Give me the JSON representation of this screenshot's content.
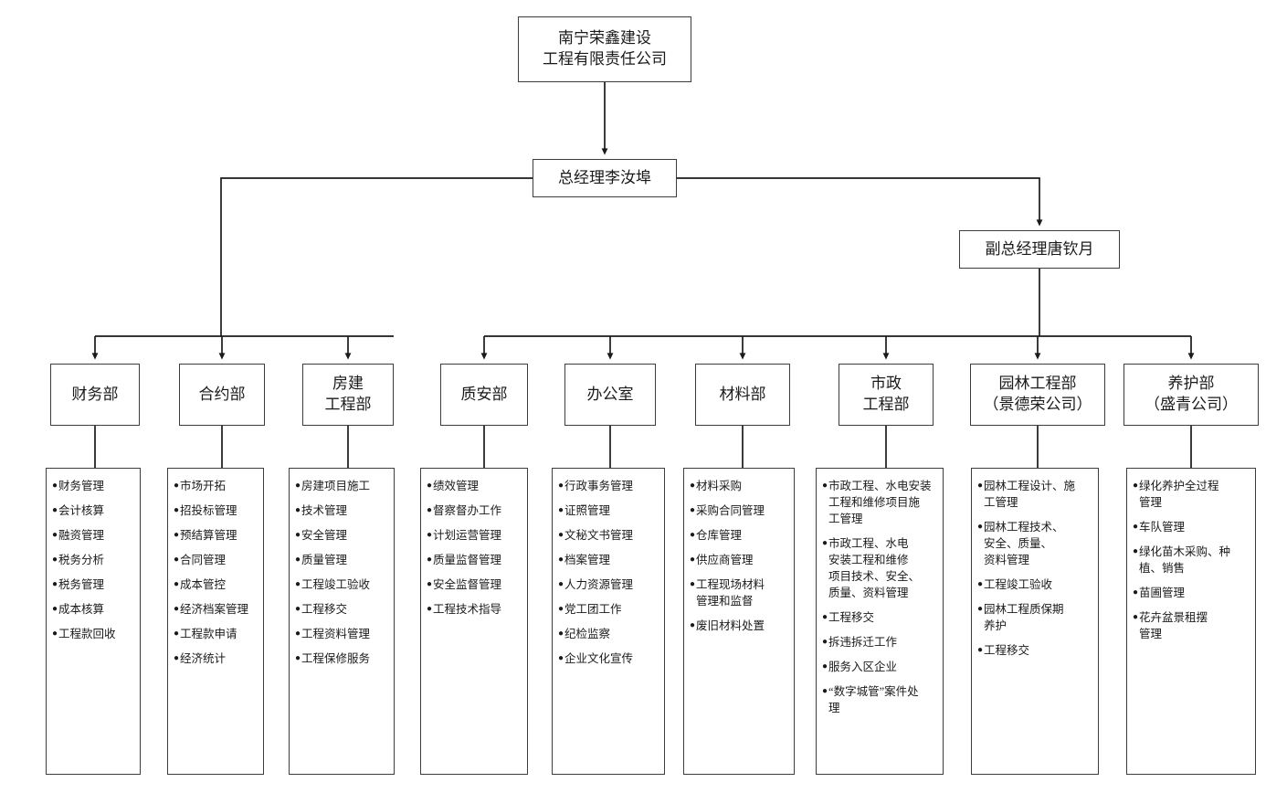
{
  "chart_data": {
    "type": "diagram",
    "title": "南宁荣鑫建设工程有限责任公司 组织架构图",
    "diagram_kind": "organization-chart",
    "orientation": "top-down",
    "colors": {
      "box_border": "#3d3d3d",
      "line": "#1a1a1a",
      "background": "#ffffff",
      "text": "#1a1a1a"
    },
    "levels": 4
  },
  "root": {
    "label": "南宁荣鑫建设\n工程有限责任公司"
  },
  "general_manager": {
    "label": "总经理李汝埠"
  },
  "deputy_manager": {
    "label": "副总经理唐钦月"
  },
  "departments": [
    {
      "id": "finance",
      "label": "财务部",
      "reports_to": "总经理李汝埠",
      "duties": [
        "财务管理",
        "会计核算",
        "融资管理",
        "税务分析",
        "税务管理",
        "成本核算",
        "工程款回收"
      ]
    },
    {
      "id": "contract",
      "label": "合约部",
      "reports_to": "总经理李汝埠",
      "duties": [
        "市场开拓",
        "招投标管理",
        "预结算管理",
        "合同管理",
        "成本管控",
        "经济档案管理",
        "工程款申请",
        "经济统计"
      ]
    },
    {
      "id": "housing-engineering",
      "label": "房建\n工程部",
      "reports_to": "总经理李汝埠",
      "duties": [
        "房建项目施工",
        "技术管理",
        "安全管理",
        "质量管理",
        "工程竣工验收",
        "工程移交",
        "工程资料管理",
        "工程保修服务"
      ]
    },
    {
      "id": "quality-safety",
      "label": "质安部",
      "reports_to": "副总经理唐钦月",
      "duties": [
        "绩效管理",
        "督察督办工作",
        "计划运营管理",
        "质量监督管理",
        "安全监督管理",
        "工程技术指导"
      ]
    },
    {
      "id": "office",
      "label": "办公室",
      "reports_to": "副总经理唐钦月",
      "duties": [
        "行政事务管理",
        "证照管理",
        "文秘文书管理",
        "档案管理",
        "人力资源管理",
        "党工团工作",
        "纪检监察",
        "企业文化宣传"
      ]
    },
    {
      "id": "materials",
      "label": "材料部",
      "reports_to": "副总经理唐钦月",
      "duties": [
        "材料采购",
        "采购合同管理",
        "仓库管理",
        "供应商管理",
        "工程现场材料\n管理和监督",
        "废旧材料处置"
      ]
    },
    {
      "id": "municipal-engineering",
      "label": "市政\n工程部",
      "reports_to": "副总经理唐钦月",
      "duties": [
        "市政工程、水电安装\n工程和维修项目施\n工管理",
        "市政工程、水电\n安装工程和维修\n项目技术、安全、\n质量、资料管理",
        "工程移交",
        "拆违拆迁工作",
        "服务入区企业",
        "“数字城管”案件处\n理"
      ]
    },
    {
      "id": "landscape-engineering",
      "label": "园林工程部\n（景德荣公司）",
      "reports_to": "副总经理唐钦月",
      "duties": [
        "园林工程设计、施\n工管理",
        "园林工程技术、\n安全、质量、\n资料管理",
        "工程竣工验收",
        "园林工程质保期\n养护",
        "工程移交"
      ]
    },
    {
      "id": "maintenance",
      "label": "养护部\n（盛青公司）",
      "reports_to": "副总经理唐钦月",
      "duties": [
        "绿化养护全过程\n管理",
        "车队管理",
        "绿化苗木采购、种\n植、销售",
        "苗圃管理",
        "花卉盆景租摆\n管理"
      ]
    }
  ],
  "bullet_glyph": "●"
}
